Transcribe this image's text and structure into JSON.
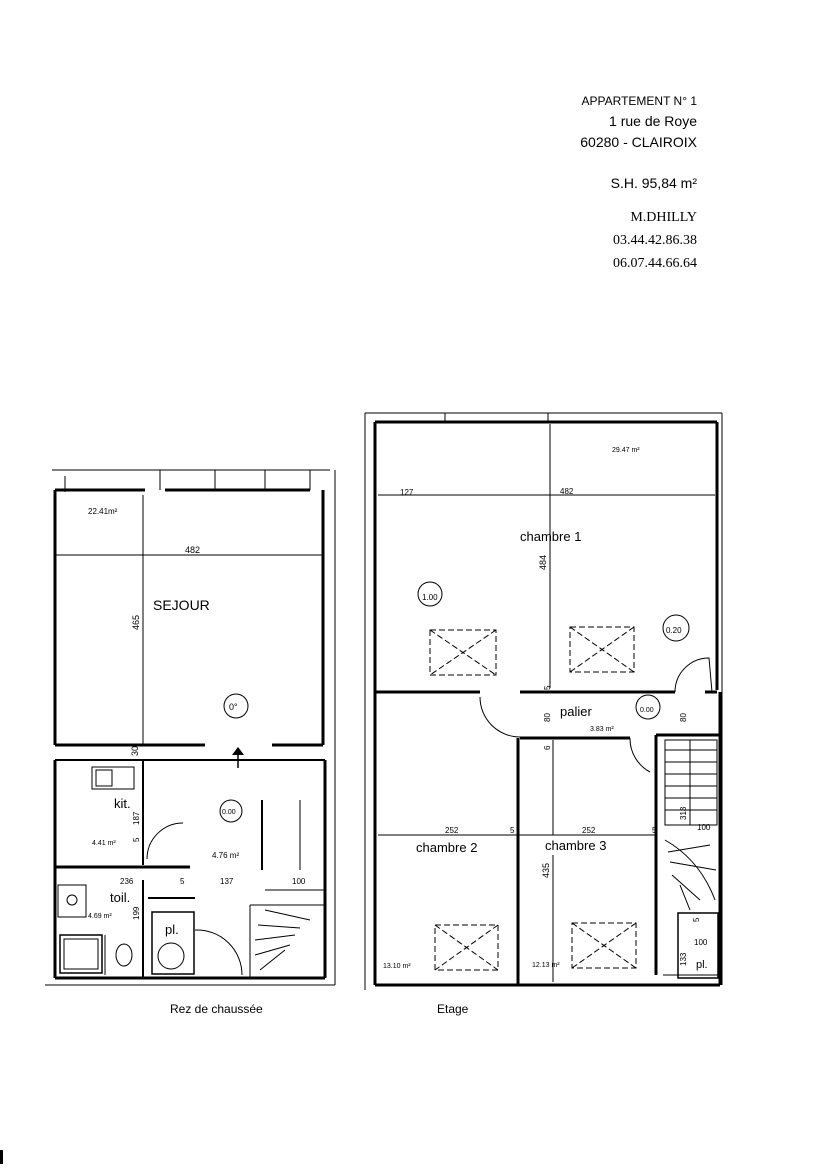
{
  "header": {
    "apartment": "APPARTEMENT N° 1",
    "street": "1 rue de Roye",
    "city": "60280 - CLAIROIX",
    "surface": "S.H. 95,84 m²",
    "owner": "M.DHILLY",
    "phone1": "03.44.42.86.38",
    "phone2": "06.07.44.66.64"
  },
  "ground_floor": {
    "caption": "Rez de chaussée",
    "sejour_label": "SEJOUR",
    "sejour_area": "22.41m²",
    "sejour_width": "482",
    "sejour_depth": "465",
    "sejour_level": "0°",
    "kit_label": "kit.",
    "kit_area": "4.41 m²",
    "kit_depth": "187",
    "hall_area": "4.76 m²",
    "hall_level": "0.00",
    "toil_label": "toil.",
    "toil_area": "4.69 m²",
    "toil_depth": "199",
    "pl_label": "pl.",
    "dim_30": "30",
    "dim_5_left": "5",
    "dim_5_mid": "5",
    "dim_236": "236",
    "dim_137": "137",
    "dim_100": "100"
  },
  "upper_floor": {
    "caption": "Etage",
    "chambre1_label": "chambre  1",
    "chambre1_area": "29.47 m²",
    "dim_127": "127",
    "dim_482": "482",
    "dim_484": "484",
    "level_100": "1.00",
    "level_020": "0.20",
    "palier_label": "palier",
    "palier_area": "3.83 m²",
    "palier_level": "0.00",
    "dim_5_a": "5",
    "dim_80_a": "80",
    "dim_80_b": "80",
    "dim_6": "6",
    "chambre2_label": "chambre  2",
    "chambre2_area": "13.10 m²",
    "chambre3_label": "chambre  3",
    "chambre3_area": "12.13 m²",
    "dim_252_a": "252",
    "dim_252_b": "252",
    "dim_5_b": "5",
    "dim_5_c": "5",
    "dim_435": "435",
    "dim_313": "313",
    "dim_100_a": "100",
    "dim_100_b": "100",
    "dim_5_d": "5",
    "dim_133": "133",
    "pl_label": "pl."
  }
}
